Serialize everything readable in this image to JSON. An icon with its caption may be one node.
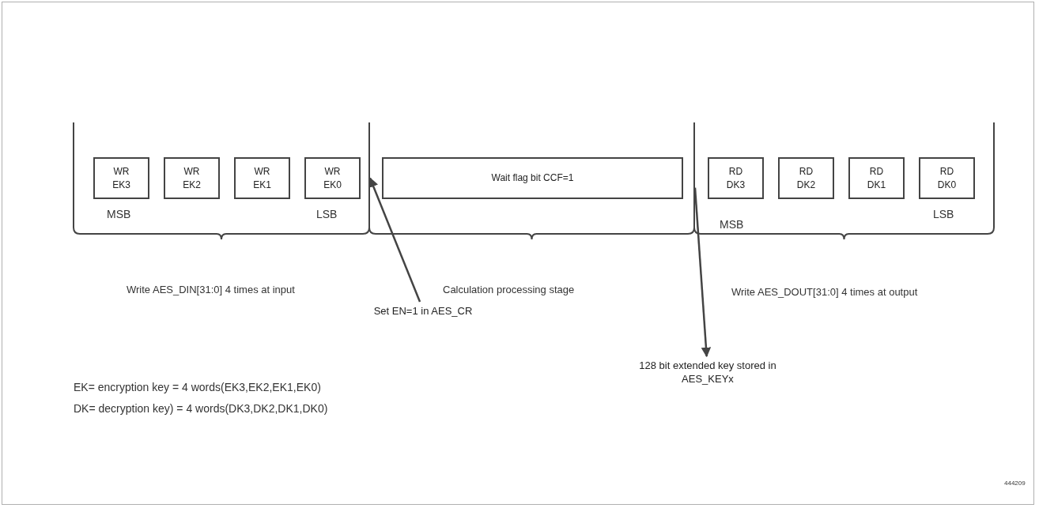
{
  "diagram": {
    "nodes": [
      {
        "text": [
          "WR EK3"
        ]
      },
      {
        "text": [
          "WR EK2"
        ]
      },
      {
        "text": [
          "WR EK1"
        ]
      },
      {
        "text": [
          "WR EK0"
        ]
      },
      {
        "text": [
          "Wait flag bit CCF=1"
        ]
      },
      {
        "text": [
          "RD DK3"
        ]
      },
      {
        "text": [
          "RD DK2"
        ]
      },
      {
        "text": [
          "RD DK1"
        ]
      },
      {
        "text": [
          "RD DK0"
        ]
      },
      {
        "text": [
          "Set EN=1 in AES_CR"
        ]
      },
      {
        "text": [
          "128 bit extended key stored in AES_KEYx"
        ]
      },
      {
        "text": [],
        "shape": "bar"
      },
      {
        "text": [],
        "shape": "bar"
      }
    ],
    "edges": [
      {
        "from": 9,
        "to": 11,
        "arrow": "to"
      },
      {
        "from": 12,
        "to": 10,
        "arrow": "to"
      }
    ],
    "labels": [
      "MSB",
      "LSB",
      "MSB",
      "LSB",
      "Write AES_DIN[31:0] 4 times at input",
      "Calculation processing stage",
      "Write AES_DOUT[31:0] 4 times at output",
      "EK= encryption key = 4 words(EK3,EK2,EK1,EK0)",
      "DK= decryption key) = 4 words(DK3,DK2,DK1,DK0)",
      "444209"
    ]
  }
}
